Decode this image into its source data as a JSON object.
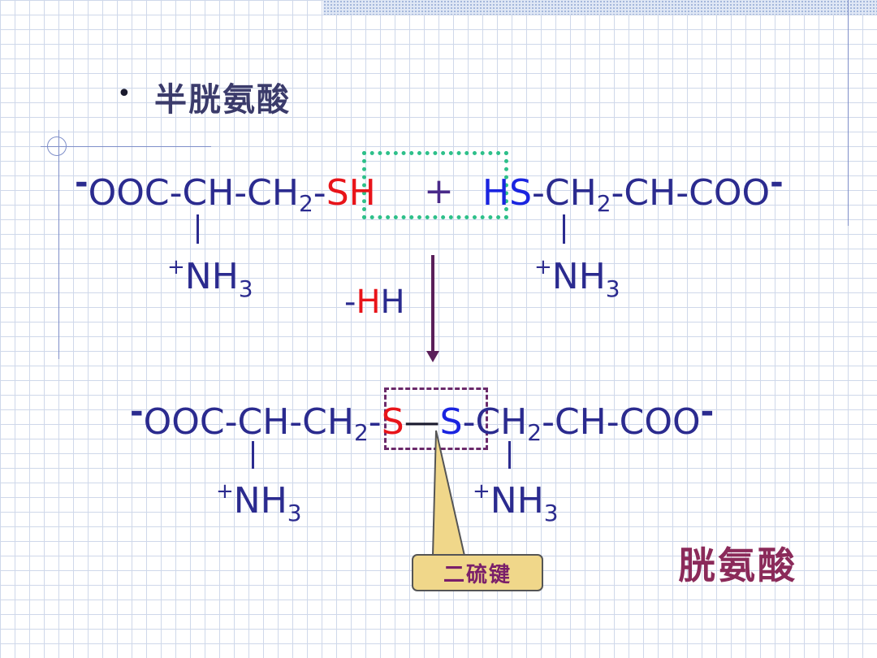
{
  "slide": {
    "bullet": "•",
    "title": "半胱氨酸",
    "product_label": "胱氨酸",
    "callout": "二硫键",
    "reaction_removed": {
      "minus": "-",
      "h_red": "H",
      "h_blue": "H"
    }
  },
  "reactant_left": {
    "charge": "-",
    "chain": "OOC-CH-CH",
    "sub": "2",
    "dash": "-",
    "s": "S",
    "h": "H"
  },
  "operator": "+",
  "reactant_right": {
    "h": "H",
    "s": "S",
    "chain1": "-CH",
    "sub": "2",
    "chain2": "-CH-COO",
    "charge": "-"
  },
  "product": {
    "charge_left": "-",
    "chain_left": "OOC-CH-CH",
    "sub_left": "2",
    "dash1": "-",
    "s_left": "S",
    "bond": "—",
    "s_right": "S",
    "chain_right1": "-CH",
    "sub_right": "2",
    "chain_right2": "-CH-COO",
    "charge_right": "-"
  },
  "amino": {
    "plus": "+",
    "nh": "NH",
    "sub": "3"
  },
  "colors": {
    "formula": "#2b2b8f",
    "red_atom": "#e8141a",
    "blue_atom": "#1a24e0",
    "green_box": "#2ec08a",
    "purple_box": "#6b2a6b",
    "callout_fill": "#f0d78a"
  }
}
